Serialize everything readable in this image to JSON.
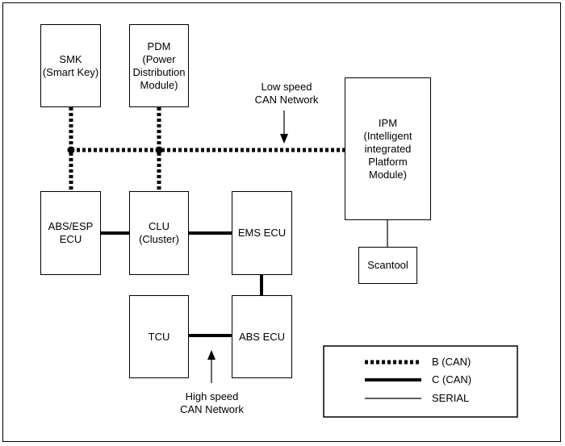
{
  "modules": {
    "smk": "SMK\n(Smart Key)",
    "pdm": "PDM\n(Power\nDistribution\nModule)",
    "ipm": "IPM\n(Intelligent\nintegrated\nPlatform\nModule)",
    "abs_esp": "ABS/ESP\nECU",
    "clu": "CLU\n(Cluster)",
    "ems": "EMS ECU",
    "tcu": "TCU",
    "abs": "ABS ECU",
    "scantool": "Scantool"
  },
  "annotations": {
    "low_speed": "Low speed\nCAN Network",
    "high_speed": "High speed\nCAN Network"
  },
  "legend": {
    "b_can": "B (CAN)",
    "c_can": "C (CAN)",
    "serial": "SERIAL"
  }
}
